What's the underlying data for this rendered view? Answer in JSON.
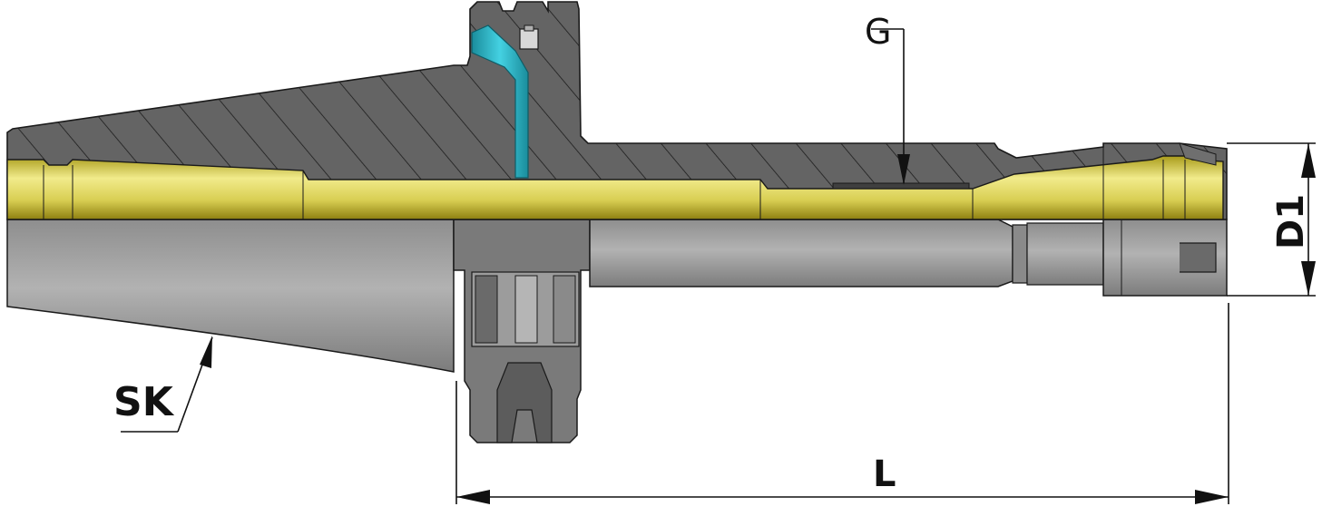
{
  "labels": {
    "taper": "SK",
    "thread": "G",
    "length": "L",
    "diameter": "D1"
  },
  "colors": {
    "body_section": "#5f5f5f",
    "body_light": "#a9a9a9",
    "body_dark": "#6e6e6e",
    "pull_rod": "#d9d05a",
    "coolant_channel": "#27b2c4",
    "outline": "#1a1a1a"
  }
}
